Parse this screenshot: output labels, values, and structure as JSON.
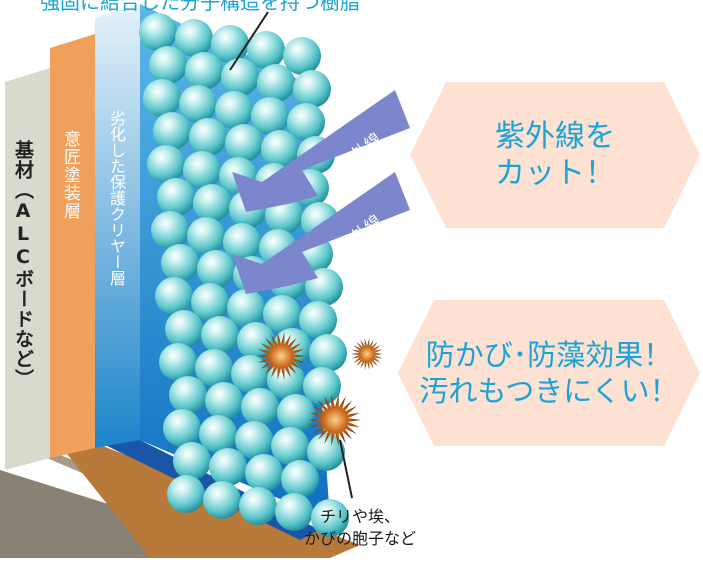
{
  "top_caption": "強固に結合した分子構造を持つ樹脂",
  "layers": {
    "substrate": "基材（ALCボードなど）",
    "design_coat": "意匠塗装層",
    "clear_coat": "劣化した保護クリヤー層"
  },
  "arrows": [
    "紫外線",
    "紫外線"
  ],
  "callouts": {
    "uv": [
      "紫外線を",
      "カット！"
    ],
    "mold": [
      "防かび･防藻効果！",
      "汚れもつきにくい！"
    ]
  },
  "particles_caption": [
    "チリや埃、",
    "かびの胞子など"
  ],
  "colors": {
    "accent_text": "#1aa3d6",
    "callout_fill": "#fde1d2",
    "arrow_fill": "#7b86cc",
    "substrate_face": "#d9d9cd",
    "design_face": "#f0a05a",
    "clear_face": "#cfe6f2",
    "blue_panel": "#1a7fcc",
    "sphere": "#7fd6d8",
    "spore": "#a04a10"
  }
}
